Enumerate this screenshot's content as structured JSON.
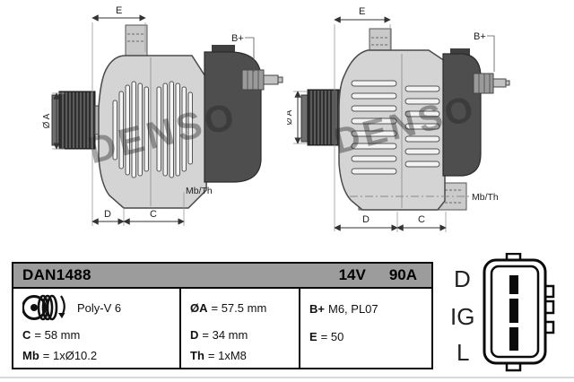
{
  "drawings": {
    "watermark": "DENSO",
    "left_view": {
      "dim_e": "E",
      "terminal": "B+",
      "dim_diameter": "Ø A",
      "dim_d": "D",
      "dim_c": "C",
      "mount_label": "Mb/Th"
    },
    "right_view": {
      "dim_e": "E",
      "terminal": "B+",
      "dim_diameter": "Ø A",
      "dim_d": "D",
      "dim_c": "C",
      "mount_label": "Mb/Th"
    }
  },
  "spec_table": {
    "part_number": "DAN1488",
    "voltage": "14V",
    "current": "90A",
    "pulley_type": "Poly-V 6",
    "specs": {
      "c": {
        "label": "C",
        "value": "= 58 mm"
      },
      "mb": {
        "label": "Mb",
        "value": "= 1xØ10.2"
      },
      "oa": {
        "label": "ØA",
        "value": "= 57.5 mm"
      },
      "d": {
        "label": "D",
        "value": "= 34 mm"
      },
      "th": {
        "label": "Th",
        "value": "= 1xM8"
      },
      "bplus": {
        "label": "B+",
        "value": "M6, PL07"
      },
      "e": {
        "label": "E",
        "value": "= 50"
      }
    }
  },
  "connector": {
    "pin_labels": [
      "D",
      "IG",
      "L"
    ]
  },
  "colors": {
    "table_header_gray": "#9c9c9c",
    "outline_black": "#0a0a0a",
    "body_gray": "#d4d4d4",
    "rear_cover_gray": "#4e4e4e",
    "pulley_dark": "#2f2f2f",
    "bottom_divider_gray": "#d9d9d9"
  }
}
